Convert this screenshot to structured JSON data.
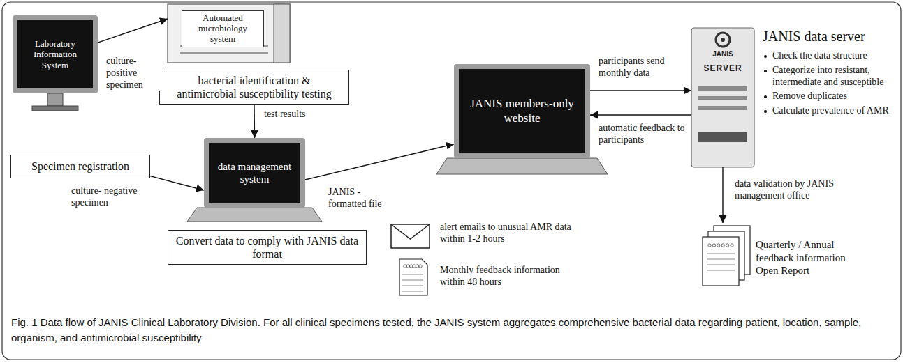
{
  "diagram": {
    "caption": "Fig. 1 Data flow of JANIS Clinical Laboratory Division. For all clinical specimens tested, the JANIS system aggregates comprehensive bacterial data regarding patient, location, sample, organism, and antimicrobial susceptibility",
    "nodes": [
      {
        "text": [
          "Laboratory Information System"
        ]
      },
      {
        "text": [
          "Specimen registration"
        ]
      },
      {
        "text": [
          "Automated microbiology system"
        ]
      },
      {
        "text": [
          "bacterial identification & antimicrobial susceptibility testing"
        ]
      },
      {
        "text": [
          "data management system"
        ]
      },
      {
        "text": [
          "Convert data to comply with JANIS data format"
        ]
      },
      {
        "text": [
          "JANIS members-only website"
        ]
      },
      {
        "text": [
          "JANIS",
          "SERVER"
        ]
      },
      {
        "text": [
          "Quarterly / Annual feedback information Open Report"
        ]
      }
    ],
    "edges": [
      {
        "from": 0,
        "to": 2,
        "arrow": "to",
        "label": "culture- positive specimen"
      },
      {
        "from": 3,
        "to": 4,
        "arrow": "to",
        "label": "test results"
      },
      {
        "from": 1,
        "to": 4,
        "arrow": "to",
        "label": "culture- negative specimen"
      },
      {
        "from": 4,
        "to": 6,
        "arrow": "to",
        "label": "JANIS - formatted file"
      },
      {
        "from": 6,
        "to": 7,
        "arrow": "to",
        "label": "participants send monthly data"
      },
      {
        "from": 7,
        "to": 6,
        "arrow": "to",
        "label": "automatic feedback to participants"
      },
      {
        "from": 7,
        "to": 8,
        "arrow": "to",
        "label": "data validation by JANIS management office"
      }
    ],
    "labels": [
      "JANIS data server",
      "Check the data structure",
      "Categorize into resistant, intermediate and susceptible",
      "Remove duplicates",
      "Calculate prevalence of AMR",
      "alert emails to unusual AMR data within 1-2 hours",
      "Monthly feedback information within 48 hours"
    ]
  }
}
